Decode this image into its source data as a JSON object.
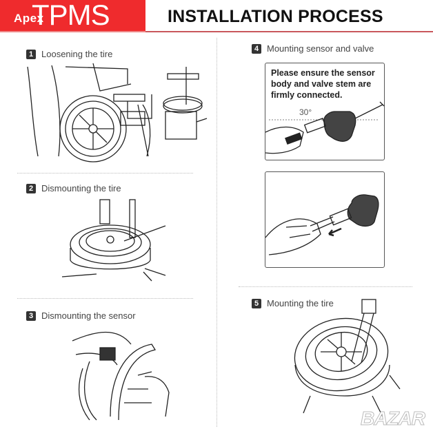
{
  "header": {
    "brand_sub": "Apex",
    "brand_main": "TPMS",
    "title": "INSTALLATION PROCESS",
    "brand_color": "#ef2b2d",
    "rule_color": "#c9575b"
  },
  "steps": [
    {
      "number": "1",
      "label": "Loosening the tire"
    },
    {
      "number": "2",
      "label": "Dismounting the tire"
    },
    {
      "number": "3",
      "label": "Dismounting the sensor"
    },
    {
      "number": "4",
      "label": "Mounting sensor and valve"
    },
    {
      "number": "5",
      "label": "Mounting the tire"
    }
  ],
  "notice": {
    "line1": "Please ensure the sensor",
    "line2": "body and valve stem are",
    "line3": "firmly connected."
  },
  "angle_label": "30°",
  "watermark": "BAZAR"
}
